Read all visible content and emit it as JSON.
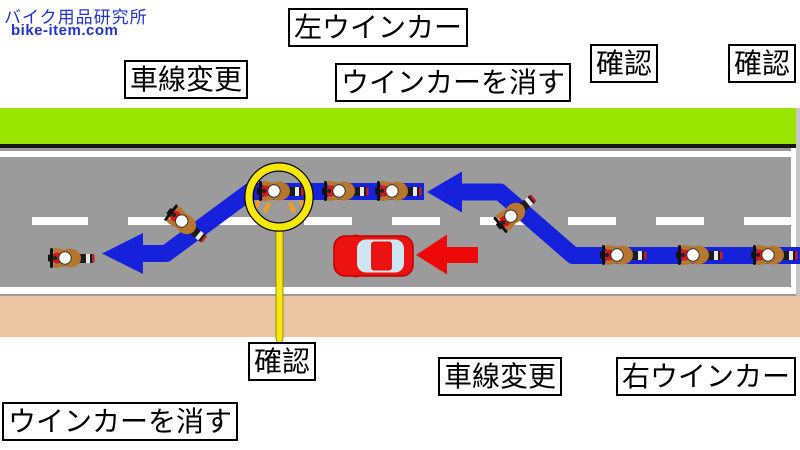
{
  "site": {
    "name": "バイク用品研究所",
    "domain": "bike-item.com"
  },
  "labels": {
    "lane_change_top": "車線変更",
    "left_signal": "左ウインカー",
    "signal_off_top": "ウインカーを消す",
    "check_top_1": "確認",
    "check_top_2": "確認",
    "check_circled": "確認",
    "lane_change_bottom": "車線変更",
    "right_signal": "右ウインカー",
    "signal_off_bottom": "ウインカーを消す"
  },
  "colors": {
    "site_text": "#2233cc",
    "grass": "#99e400",
    "road": "#9b9b9b",
    "roadside_dirt": "#ecc5a2",
    "route_arrow_blue": "#1621dc",
    "car_and_arrow_red": "#ec1212",
    "highlight_yellow": "#f5e80a",
    "check_marks_orange": "#ef9d26"
  },
  "icons": {
    "motorcycle": "motorcycle-icon",
    "car": "red-car-icon",
    "route_arrows": "blue-route-arrow",
    "follow_arrow": "red-arrow-icon",
    "highlight": "highlight-circle"
  }
}
